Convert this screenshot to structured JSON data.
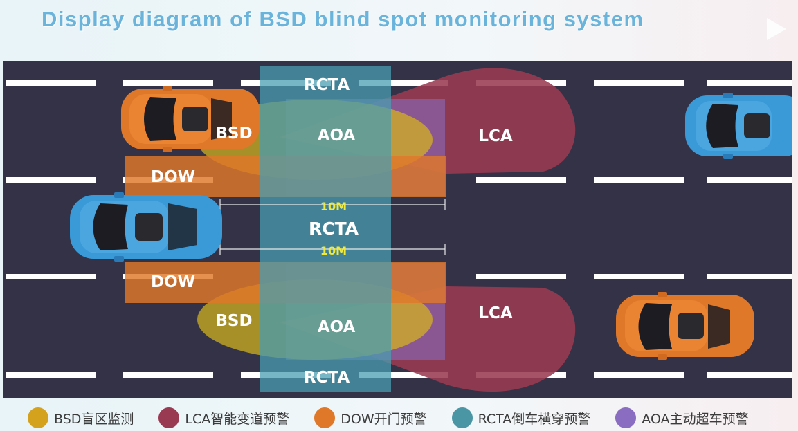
{
  "title": "Display diagram of BSD blind spot monitoring system",
  "zones": {
    "rcta_top": "RCTA",
    "rcta_mid": "RCTA",
    "rcta_bottom": "RCTA",
    "bsd_top": "BSD",
    "bsd_bottom": "BSD",
    "aoa_top": "AOA",
    "aoa_bottom": "AOA",
    "lca_top": "LCA",
    "lca_bottom": "LCA",
    "dow_top": "DOW",
    "dow_bottom": "DOW",
    "distance_top": "10M",
    "distance_bottom": "10M"
  },
  "legend": [
    {
      "label": "BSD盲区监测",
      "color": "#d4a21c"
    },
    {
      "label": "LCA智能变道预警",
      "color": "#9a3a52"
    },
    {
      "label": "DOW开门预警",
      "color": "#e0782a"
    },
    {
      "label": "RCTA倒车横穿预警",
      "color": "#4a96a4"
    },
    {
      "label": "AOA主动超车预警",
      "color": "#8a6cc0"
    }
  ],
  "colors": {
    "road": "#333247",
    "lane_mark": "#ffffff",
    "bsd": "#d4a21c",
    "lca": "#9a3a52",
    "dow": "#e0782a",
    "rcta": "#4a96a4",
    "aoa": "#8a6cc0",
    "car_orange": "#e0782a",
    "car_blue": "#3a9ad8",
    "title": "#6ab4dc"
  }
}
